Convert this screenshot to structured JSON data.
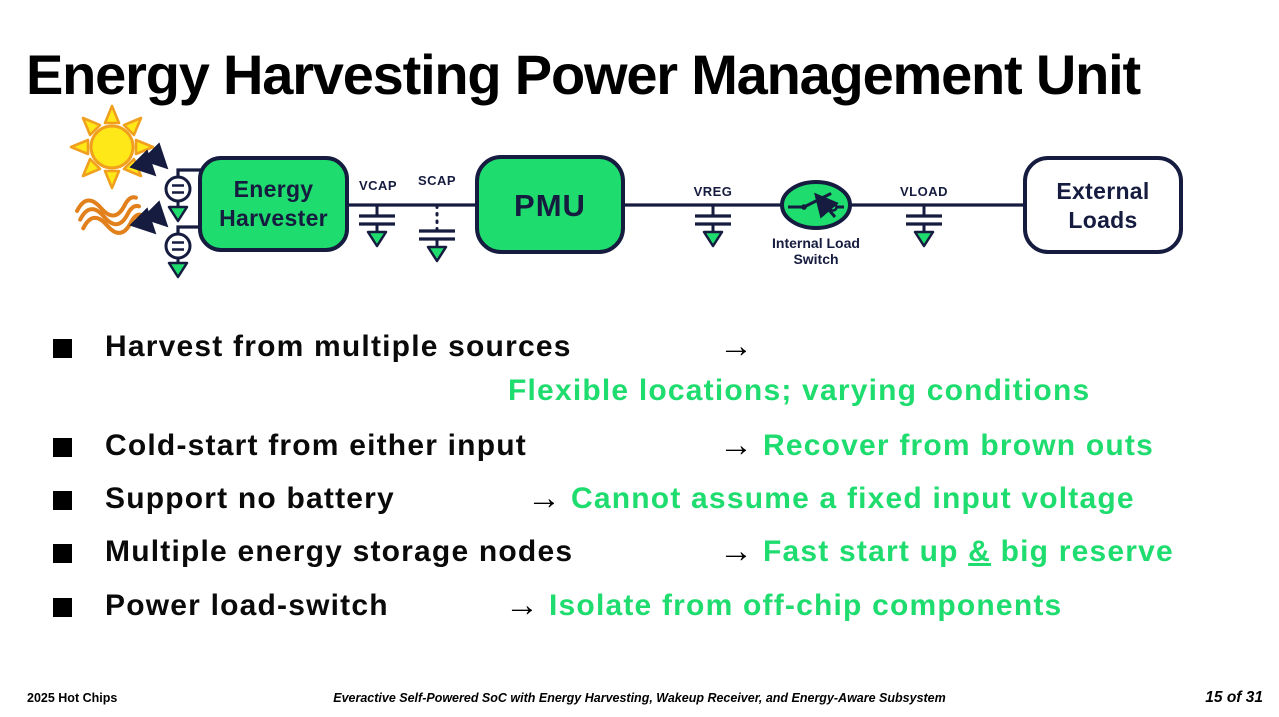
{
  "slide_title": "Energy Harvesting Power Management Unit",
  "colors": {
    "brand_green": "#1edc6e",
    "navy": "#161c3f",
    "sun_yellow": "#ffe817",
    "sun_orange": "#f0a01e",
    "wave_orange": "#e2801c",
    "bullet_green_text": "#1edc6e"
  },
  "diagram": {
    "icons": [
      "sun-icon",
      "rf-waves-icon",
      "current-source-icon",
      "ground-icon",
      "capacitor-icon",
      "load-switch-icon"
    ],
    "blocks": {
      "energy_harvester": {
        "line1": "Energy",
        "line2": "Harvester"
      },
      "pmu": {
        "label": "PMU"
      },
      "external_loads": {
        "line1": "External",
        "line2": "Loads"
      }
    },
    "nets": {
      "vcap": "VCAP",
      "scap": "SCAP",
      "vreg": "VREG",
      "vload": "VLOAD"
    },
    "switch": {
      "line1": "Internal Load",
      "line2": "Switch"
    }
  },
  "bullets": [
    {
      "text": "Harvest from multiple sources",
      "arrow": "→",
      "result": ""
    },
    {
      "text": "",
      "arrow": "",
      "result": "Flexible locations; varying conditions"
    },
    {
      "text": "Cold-start from either input",
      "arrow": "→",
      "result": "Recover from brown outs"
    },
    {
      "text": "Support no battery",
      "arrow": "→",
      "result": "Cannot assume a fixed input voltage"
    },
    {
      "text": "Multiple energy storage nodes",
      "arrow": "→",
      "result_pre": "Fast start up ",
      "result_amp": "&",
      "result_post": " big reserve"
    },
    {
      "text": "Power load-switch",
      "arrow": "→",
      "result": "Isolate from off-chip components"
    }
  ],
  "footer": {
    "left": "2025 Hot Chips",
    "center": "Everactive Self-Powered SoC with Energy Harvesting, Wakeup Receiver, and Energy-Aware Subsystem",
    "right": "15 of 31"
  }
}
